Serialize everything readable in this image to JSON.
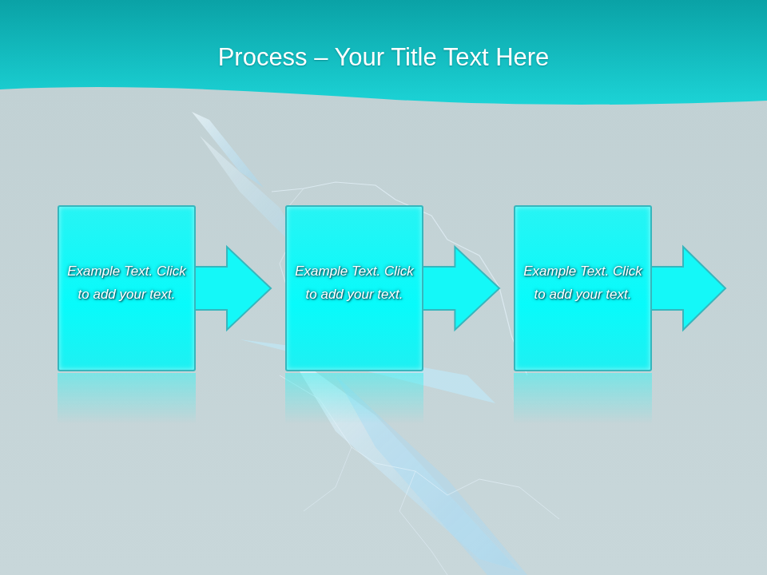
{
  "diagram": {
    "title": "Process – Your Title Text Here",
    "nodes": [
      {
        "text": [
          "Example Text. Click to add your text."
        ]
      },
      {
        "text": [
          "Example Text. Click to add your text."
        ]
      },
      {
        "text": [
          "Example Text. Click to add your text."
        ]
      }
    ],
    "edges": [
      {
        "from": 0,
        "to": 1,
        "arrow": "to"
      },
      {
        "from": 1,
        "to": 2,
        "arrow": "to"
      }
    ]
  }
}
